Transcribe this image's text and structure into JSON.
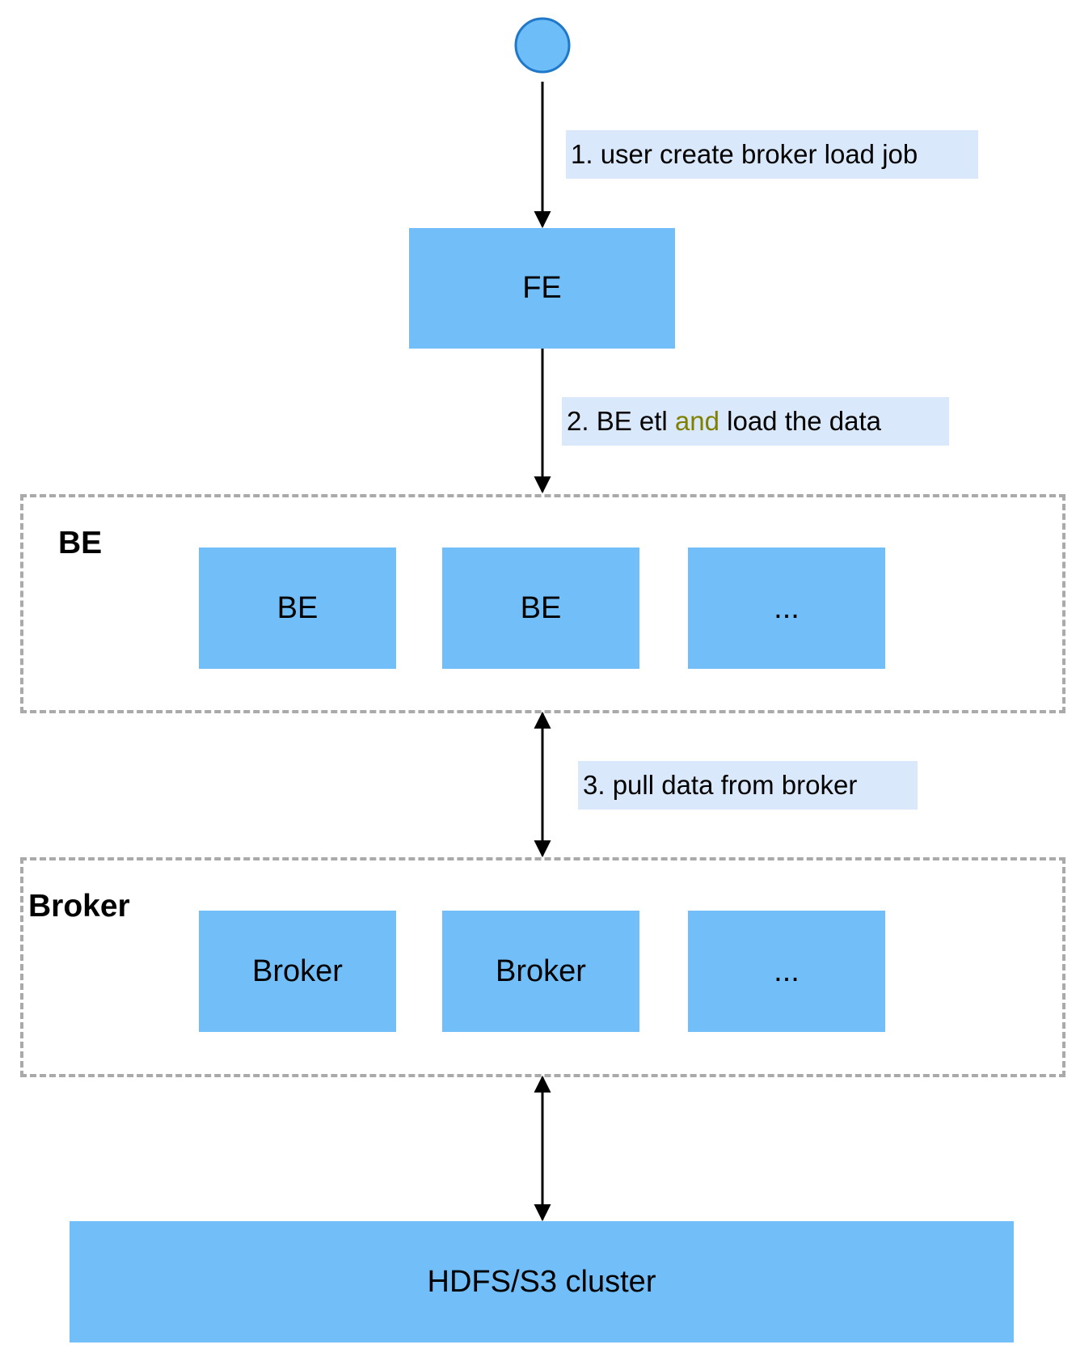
{
  "start_node": {
    "icon": "start-circle"
  },
  "steps": {
    "step1": "1. user create broker load job",
    "step2_pre": "2. BE etl ",
    "step2_hl": "and",
    "step2_post": " load the data",
    "step3": "3. pull data from broker"
  },
  "fe": {
    "label": "FE"
  },
  "be_group": {
    "title": "BE",
    "nodes": [
      "BE",
      "BE",
      "..."
    ]
  },
  "broker_group": {
    "title": "Broker",
    "nodes": [
      "Broker",
      "Broker",
      "..."
    ]
  },
  "storage": {
    "label": "HDFS/S3 cluster"
  },
  "colors": {
    "node": "#71BEF8",
    "label_bg": "#DAE8FC",
    "highlight": "#808000",
    "dash": "#AAAAAA",
    "start": "#6DBEF8"
  }
}
